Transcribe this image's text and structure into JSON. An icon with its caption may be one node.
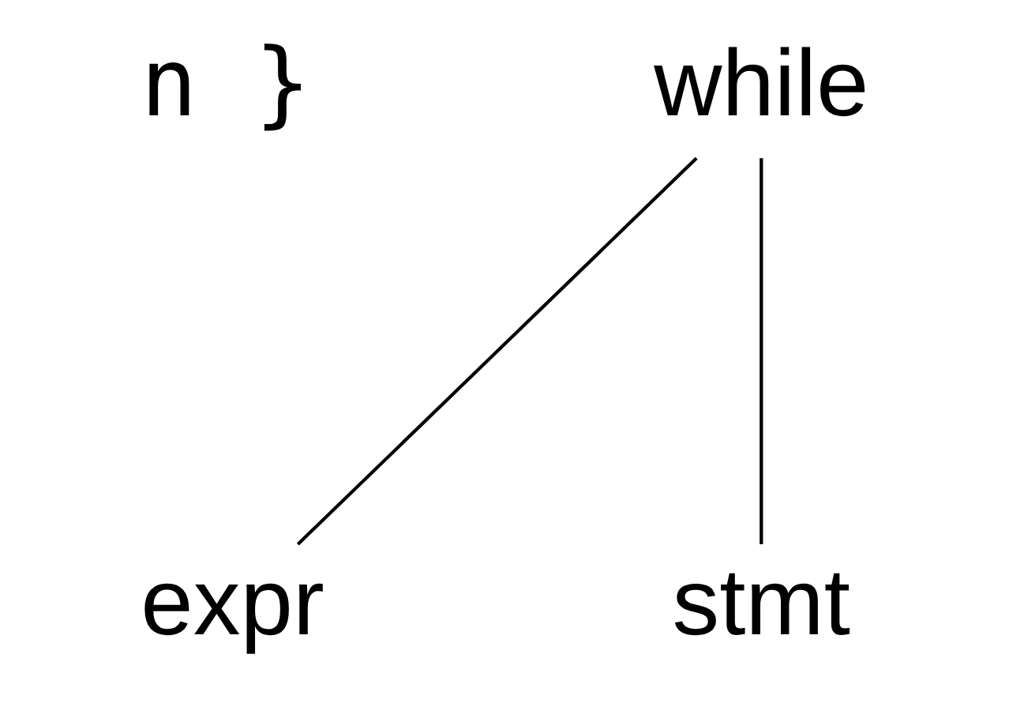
{
  "diagram": {
    "nodes": [
      {
        "text": [
          "while"
        ]
      },
      {
        "text": [
          "expr"
        ]
      },
      {
        "text": [
          "stmt"
        ]
      }
    ],
    "edges": [
      {
        "from": 0,
        "to": 1,
        "arrow": "none"
      },
      {
        "from": 0,
        "to": 2,
        "arrow": "none"
      }
    ],
    "labels": [
      "n }"
    ]
  }
}
